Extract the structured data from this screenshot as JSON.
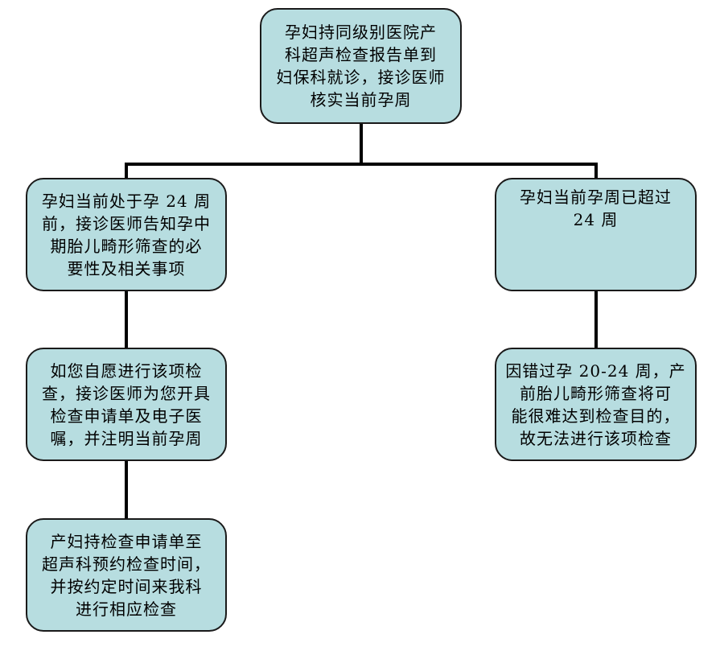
{
  "nodes": {
    "start": "孕妇持同级别医院产\n科超声检查报告单到\n妇保科就诊，接诊医师\n核实当前孕周",
    "before24": "孕妇当前处于孕 24 周\n前，接诊医师告知孕中\n期胎儿畸形筛查的必\n要性及相关事项",
    "after24": "孕妇当前孕周已超过\n24 周",
    "voluntary": "如您自愿进行该项检\n查，接诊医师为您开具\n检查申请单及电子医\n嘱，并注明当前孕周",
    "missed": "因错过孕 20-24 周，产\n前胎儿畸形筛查将可\n能很难达到检查目的，\n故无法进行该项检查",
    "appointment": "产妇持检查申请单至\n超声科预约检查时间，\n并按约定时间来我科\n进行相应检查"
  },
  "colors": {
    "box_fill": "#b7dde0",
    "box_border": "#1a1a1a",
    "connector": "#000000"
  }
}
